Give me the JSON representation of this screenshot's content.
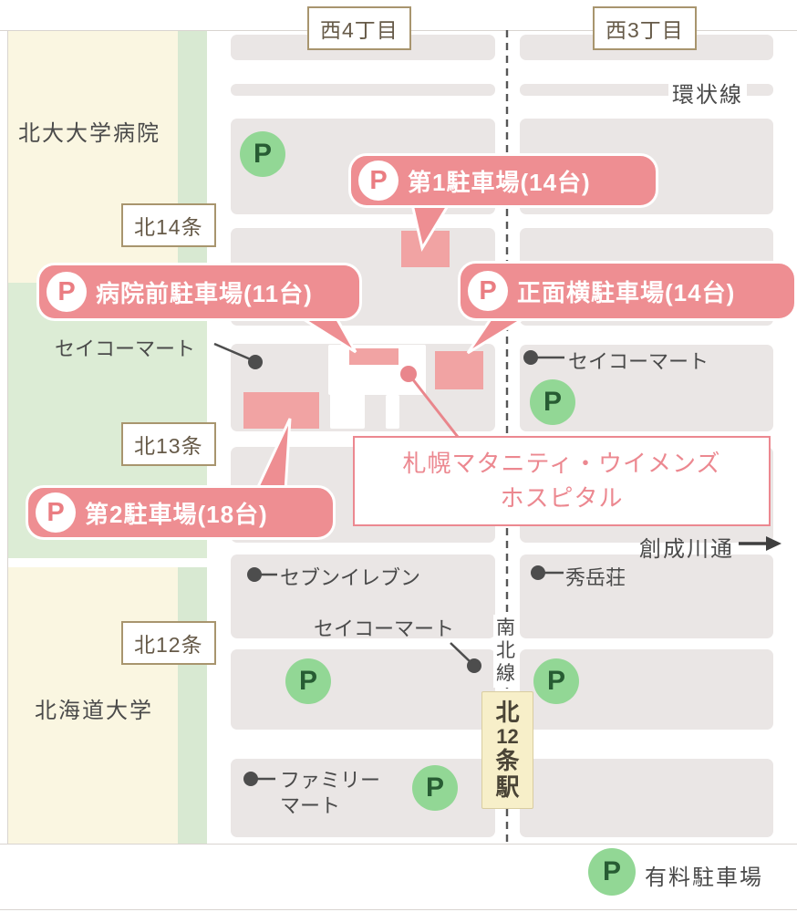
{
  "p_mark": "P",
  "street_labels": {
    "nishi4": "西4丁目",
    "nishi3": "西3丁目",
    "kita14": "北14条",
    "kita13": "北13条",
    "kita12": "北12条"
  },
  "roads": {
    "kanjosen": "環状線",
    "soseigawa": "創成川通",
    "namboku_chars": [
      "南",
      "北",
      "線"
    ]
  },
  "station": {
    "chars": [
      "北",
      "12",
      "条",
      "駅"
    ]
  },
  "areas": {
    "hokudai_hospital": "北大大学病院",
    "hokkaido_university": "北海道大学"
  },
  "balloons": {
    "lot1": "第1駐車場(14台)",
    "front": "病院前駐車場(11台)",
    "side": "正面横駐車場(14台)",
    "lot2": "第2駐車場(18台)"
  },
  "hospital": {
    "line1": "札幌マタニティ・ウイメンズ",
    "line2": "ホスピタル"
  },
  "pois": {
    "seicomart_nw": "セイコーマート",
    "seicomart_e": "セイコーマート",
    "seven_eleven": "セブンイレブン",
    "seicomart_s": "セイコーマート",
    "shugakuso": "秀岳荘",
    "familymart_l1": "ファミリー",
    "familymart_l2": "マート"
  },
  "legend": {
    "paid_parking": "有料駐車場"
  },
  "colors": {
    "balloon_pink": "#ee8e92",
    "parking_lot_pink": "#f1a3a3",
    "block_gray": "#eae6e5",
    "campus_cream": "#faf6e1",
    "park_green": "#dcecd5",
    "tree_green": "#d8e9d2",
    "paid_parking_green": "#92d795",
    "hospital_accent": "#ec8890"
  }
}
